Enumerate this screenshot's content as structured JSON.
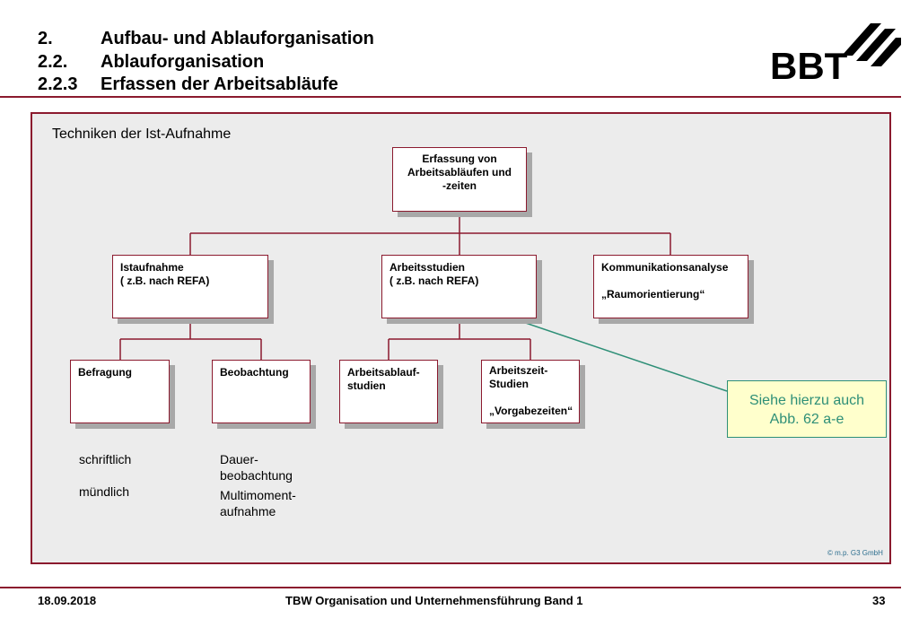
{
  "header": {
    "lines": [
      {
        "num": "2.",
        "text": "Aufbau- und Ablauforganisation"
      },
      {
        "num": "2.2.",
        "text": "Ablauforganisation"
      },
      {
        "num": "2.2.3",
        "text": "Erfassen der Arbeitsabläufe"
      }
    ],
    "logo_text": "BBT"
  },
  "diagram": {
    "subtitle": "Techniken der Ist-Aufnahme",
    "root": {
      "lines": [
        "Erfassung von",
        "Arbeitsabläufen und",
        "-zeiten"
      ]
    },
    "level1": [
      {
        "lines": [
          "Istaufnahme",
          "( z.B. nach REFA)"
        ]
      },
      {
        "lines": [
          "Arbeitsstudien",
          "( z.B. nach REFA)"
        ]
      },
      {
        "lines": [
          "Kommunikationsanalyse",
          "",
          "„Raumorientierung“"
        ]
      }
    ],
    "level2": [
      {
        "lines": [
          "Befragung"
        ]
      },
      {
        "lines": [
          "Beobachtung"
        ]
      },
      {
        "lines": [
          "Arbeitsablauf-",
          "studien"
        ]
      },
      {
        "lines": [
          "Arbeitszeit-",
          "Studien",
          "",
          "„Vorgabezeiten“"
        ]
      }
    ],
    "annotations": {
      "befragung": [
        "schriftlich",
        "",
        "mündlich"
      ],
      "beobachtung": [
        "Dauer-",
        "beobachtung",
        "",
        "Multimoment-",
        "aufnahme"
      ]
    },
    "note": [
      "Siehe hierzu auch",
      "Abb. 62 a-e"
    ],
    "copyright": "© m.p. G3 GmbH"
  },
  "footer": {
    "date": "18.09.2018",
    "title": "TBW Organisation und Unternehmensführung Band 1",
    "page": "33"
  },
  "colors": {
    "accent": "#8b1a2e",
    "note_border": "#2e8f77",
    "note_fill": "#ffffcc"
  }
}
